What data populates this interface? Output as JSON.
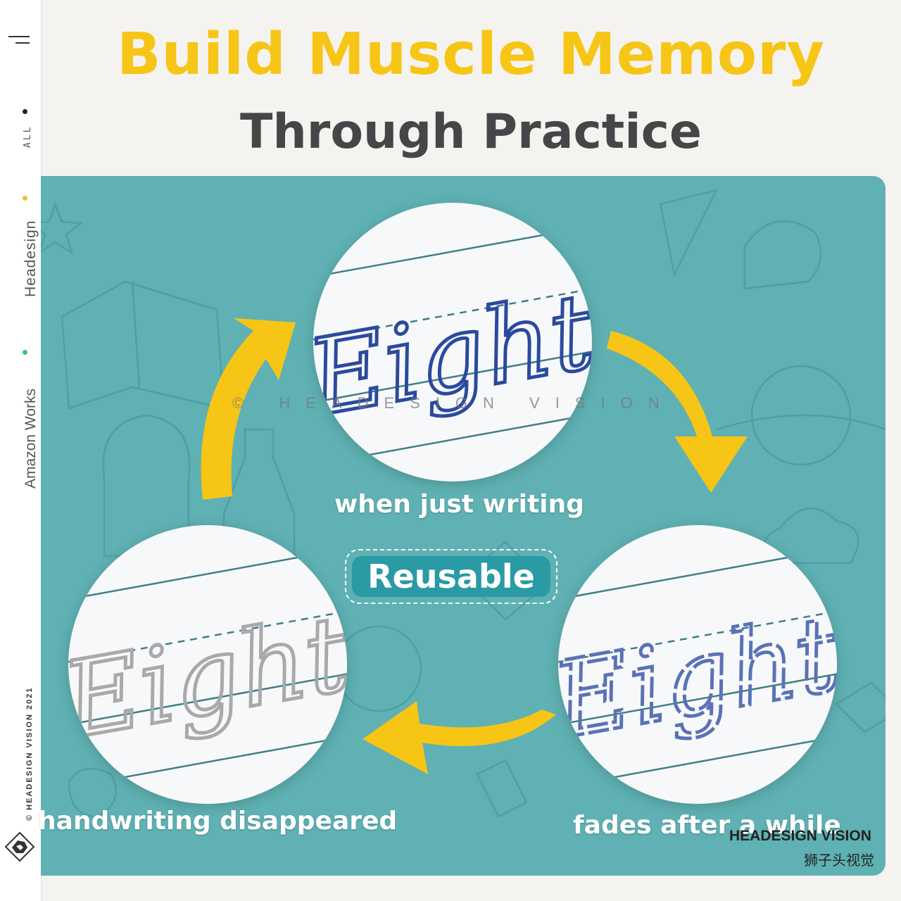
{
  "sidebar": {
    "nav_all": "ALL",
    "nav_headesign": "Headesign",
    "nav_amazon": "Amazon Works",
    "copyright": "© HEADESIGN VISION 2021",
    "dot_colors": {
      "all": "#222222",
      "headesign": "#f6b93b",
      "amazon": "#2ecc71"
    }
  },
  "title": {
    "line1": "Build Muscle Memory",
    "line2": "Through Practice"
  },
  "cycle": {
    "top_caption": "when just writing",
    "right_caption": "fades after a while",
    "left_caption": "handwriting disappeared",
    "center_label": "Reusable",
    "sample_word": "Eight",
    "ink_colors": {
      "fresh": "#2b4a9e",
      "fading": "#5a72b5",
      "gone": "#a9a9a9"
    }
  },
  "watermark": "© HEADESIGN VISION",
  "brand": {
    "name_en": "HEADESIGN VISION",
    "name_cn": "狮子头视觉"
  },
  "colors": {
    "title_yellow": "#f6c516",
    "title_dark": "#444648",
    "panel_teal": "#5fb1b3",
    "badge_teal": "#2a9aa5",
    "arrow_yellow": "#f6c516"
  }
}
